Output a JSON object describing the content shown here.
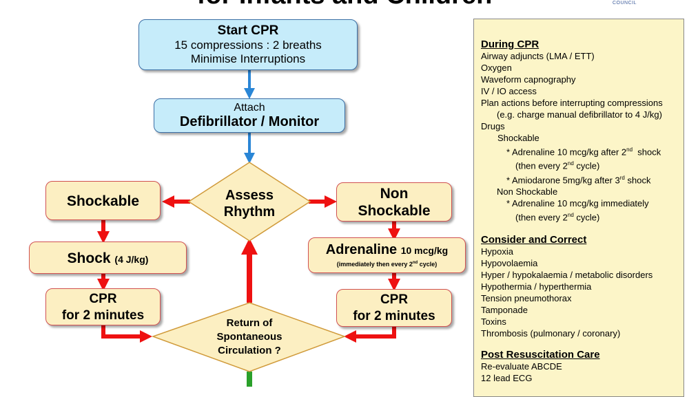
{
  "title": "for Infants and Children",
  "logo_text": "COUNCIL",
  "flowchart": {
    "start": {
      "title": "Start CPR",
      "line1": "15 compressions : 2 breaths",
      "line2": "Minimise Interruptions"
    },
    "attach": {
      "line1": "Attach",
      "line2": "Defibrillator / Monitor"
    },
    "assess": {
      "line1": "Assess",
      "line2": "Rhythm"
    },
    "shockable": "Shockable",
    "non_shockable": {
      "line1": "Non",
      "line2": "Shockable"
    },
    "shock": {
      "label": "Shock",
      "dose": "(4 J/kg)"
    },
    "adrenaline": {
      "label": "Adrenaline",
      "dose": "10 mcg/kg",
      "note_pre": "(immediately then every 2",
      "note_sup": "nd",
      "note_post": " cycle)"
    },
    "cpr_left": {
      "line1": "CPR",
      "line2": "for 2 minutes"
    },
    "cpr_right": {
      "line1": "CPR",
      "line2": "for 2 minutes"
    },
    "rosc": {
      "line1": "Return of",
      "line2": "Spontaneous",
      "line3": "Circulation ?"
    }
  },
  "panel": {
    "during_cpr": {
      "heading": "During CPR",
      "items": [
        "Airway adjuncts (LMA / ETT)",
        "Oxygen",
        "Waveform capnography",
        "IV / IO access",
        "Plan actions before interrupting compressions"
      ],
      "charge_note": "(e.g. charge manual defibrillator to 4 J/kg)",
      "drugs": "Drugs",
      "shockable": "Shockable",
      "adr_shock_pre": "* Adrenaline 10 mcg/kg after 2",
      "adr_shock_sup": "nd",
      "adr_shock_post": "  shock",
      "adr_shock_then_pre": "(then every 2",
      "adr_shock_then_sup": "nd",
      "adr_shock_then_post": " cycle)",
      "amio_pre": "* Amiodarone 5mg/kg after 3",
      "amio_sup": "rd",
      "amio_post": " shock",
      "non_shockable": "Non Shockable",
      "adr_non": "* Adrenaline 10 mcg/kg immediately",
      "adr_non_then_pre": "(then every 2",
      "adr_non_then_sup": "nd",
      "adr_non_then_post": " cycle)"
    },
    "consider": {
      "heading": "Consider and Correct",
      "items": [
        "Hypoxia",
        "Hypovolaemia",
        "Hyper / hypokalaemia / metabolic disorders",
        "Hypothermia / hyperthermia",
        "Tension pneumothorax",
        "Tamponade",
        "Toxins",
        "Thrombosis (pulmonary / coronary)"
      ]
    },
    "post": {
      "heading": "Post Resuscitation Care",
      "items": [
        "Re-evaluate ABCDE",
        "12 lead ECG"
      ]
    }
  },
  "colors": {
    "blue_arrow": "#2a86d6",
    "red_arrow": "#ee1111",
    "green_arrow": "#2aa02a",
    "box_blue": "#c6ecfa",
    "box_tan": "#fcefc2",
    "panel_bg": "#fcf5c8"
  }
}
